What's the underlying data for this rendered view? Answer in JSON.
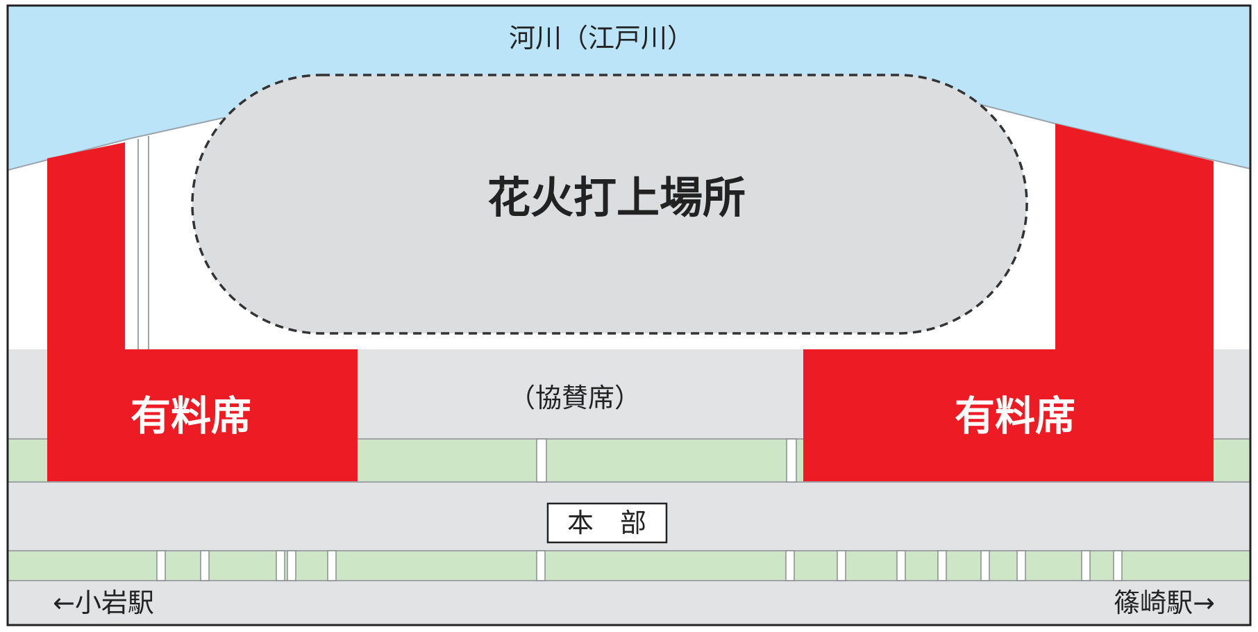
{
  "river": {
    "label": "河川（江戸川）"
  },
  "launch_site": {
    "label": "花火打上場所"
  },
  "sponsor_seats": {
    "label": "（協賛席）"
  },
  "paid_seats": [
    {
      "label": "有料席"
    },
    {
      "label": "有料席"
    }
  ],
  "headquarters": {
    "label": "本　部"
  },
  "stations": {
    "left": "←小岩駅",
    "right": "篠崎駅→"
  },
  "colors": {
    "river": "#bce4f8",
    "paid_seat": "#ed1c24",
    "grass": "#cde7c6",
    "embankment": "#e2e3e4",
    "launch_fill": "#dcdddf",
    "border": "#333333"
  }
}
